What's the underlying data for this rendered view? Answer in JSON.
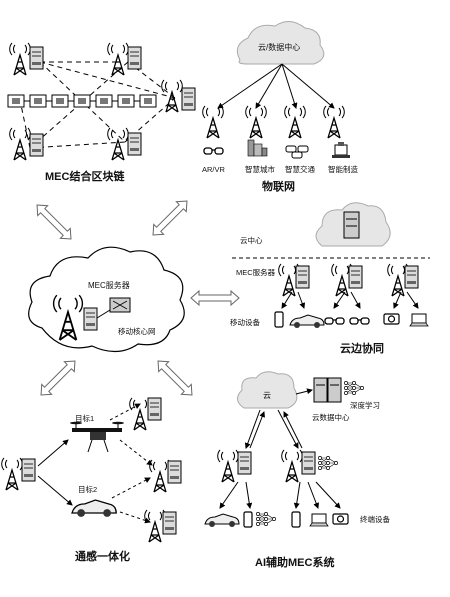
{
  "blockchain": {
    "title": "MEC结合区块链"
  },
  "iot": {
    "cloud_label": "云/数据中心",
    "title": "物联网",
    "apps": [
      "AR/VR",
      "智慧城市",
      "智慧交通",
      "智能制造"
    ]
  },
  "mec_center": {
    "server_label": "MEC服务器",
    "core_label": "移动核心网"
  },
  "cloud_edge": {
    "cloud_label": "云中心",
    "server_label": "MEC服务器",
    "device_label": "移动设备",
    "title": "云边协同"
  },
  "sensing": {
    "target1": "目标1",
    "target2": "目标2",
    "title": "通感一体化"
  },
  "ai": {
    "cloud_label": "云",
    "datacenter_label": "云数据中心",
    "dl_label": "深度学习",
    "terminal_label": "终端设备",
    "title": "AI辅助MEC系统"
  },
  "colors": {
    "line": "#000000",
    "cloud_fill": "#e6e6e6",
    "server_fill": "#e0e0e0",
    "arrow_fill": "#ffffff"
  }
}
